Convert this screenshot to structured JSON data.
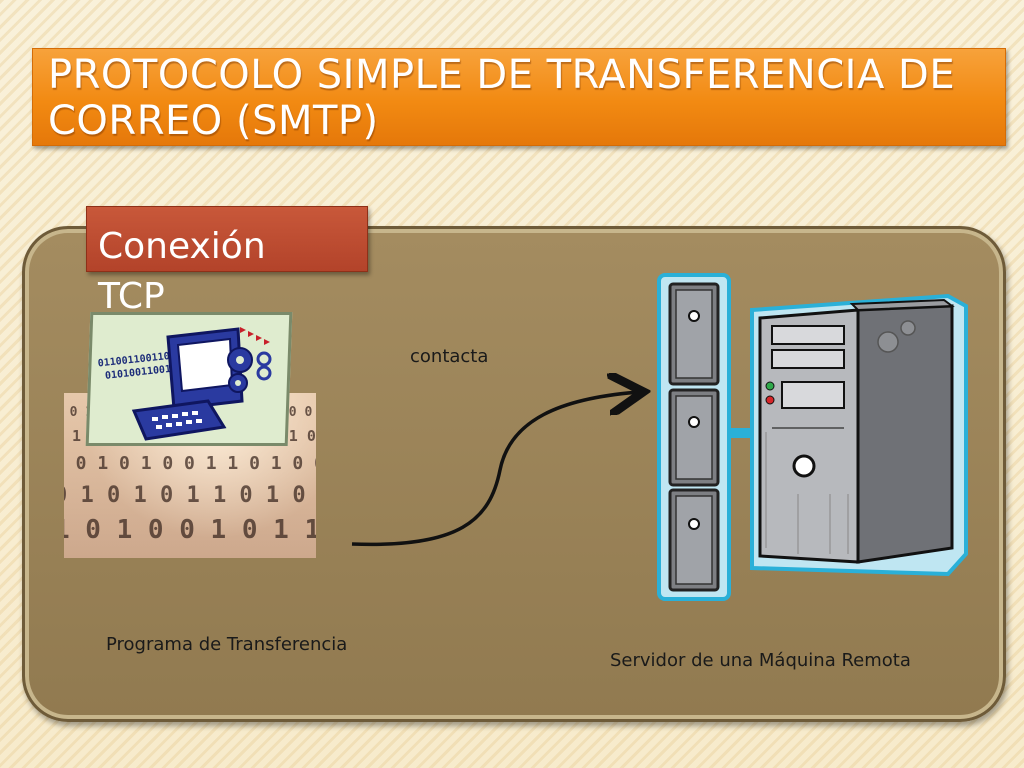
{
  "title": "PROTOCOLO SIMPLE DE TRANSFERENCIA DE CORREO (SMTP)",
  "section_label": "Conexión TCP",
  "arrow_label": "contacta",
  "client_label": "Programa de Transferencia",
  "server_label": "Servidor de una Máquina Remota",
  "icons": {
    "client": "computer-binary-icon",
    "binary_background": "binary-code-image",
    "server": "server-tower-icon",
    "rack": "server-rack-icon"
  },
  "colors": {
    "title_bar": "#f28a12",
    "panel": "#9a8357",
    "section_box": "#b3432a"
  }
}
